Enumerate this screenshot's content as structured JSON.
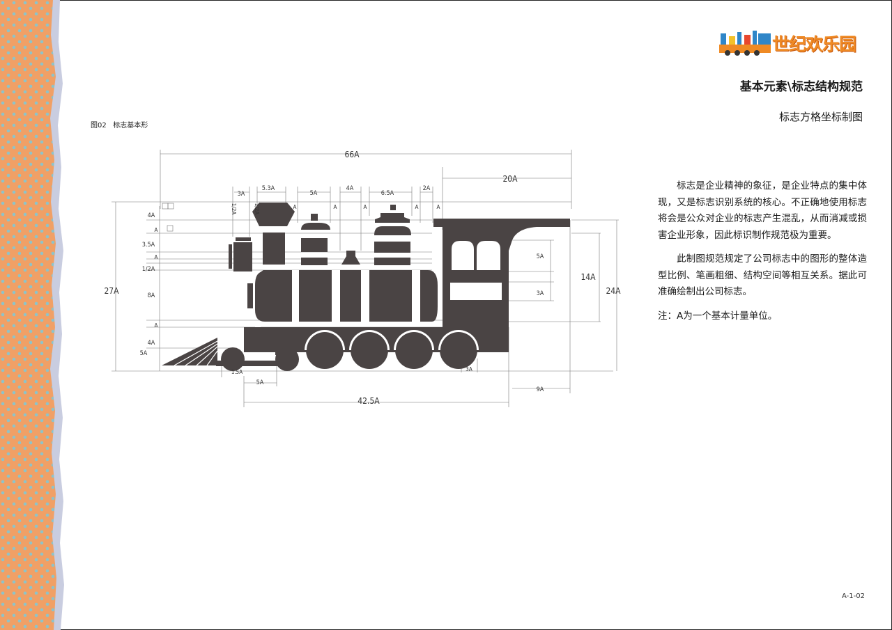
{
  "brand": {
    "name": "世纪欢乐园",
    "accent": "#ef8a24",
    "strip_color": "#f0a066",
    "dot_color": "#8ec3c8"
  },
  "header": {
    "title": "基本元素\\标志结构规范",
    "subtitle": "标志方格坐标制图"
  },
  "figure": {
    "caption": "图02   标志基本形",
    "dimension_labels": {
      "total_width": "66A",
      "cab_width": "20A",
      "d_3a": "3A",
      "d_5_3a": "5.3A",
      "d_5a_top": "5A",
      "d_4a_top": "4A",
      "d_6_5a": "6.5A",
      "d_2a": "2A",
      "half_a_1": "1/2A",
      "half_a_2": "1/2A",
      "a_unit": "A",
      "left_4a_top": "4A",
      "left_3_5a": "3.5A",
      "left_half_a": "1/2A",
      "left_8a": "8A",
      "left_4a_bottom": "4A",
      "left_5a": "5A",
      "total_height": "27A",
      "right_14a": "14A",
      "right_24a": "24A",
      "cab_5a": "5A",
      "cab_3a": "3A",
      "bottom_1_5a": "1.5A",
      "bottom_5a": "5A",
      "bottom_42_5a": "42.5A",
      "bottom_9a": "9A",
      "bottom_3a": "3A"
    },
    "colors": {
      "locomotive": "#4a4444",
      "lines": "#555555"
    }
  },
  "body": {
    "paragraph1": "标志是企业精神的象征，是企业特点的集中体现，又是标志识别系统的核心。不正确地使用标志将会是公众对企业的标志产生混乱，从而消减或损害企业形象，因此标识制作规范极为重要。",
    "paragraph2": "此制图规范规定了公司标志中的图形的整体造型比例、笔画粗细、结构空间等相互关系。据此可准确绘制出公司标志。",
    "note": "注：A为一个基本计量单位。"
  },
  "footer": {
    "page_number": "A-1-02"
  }
}
